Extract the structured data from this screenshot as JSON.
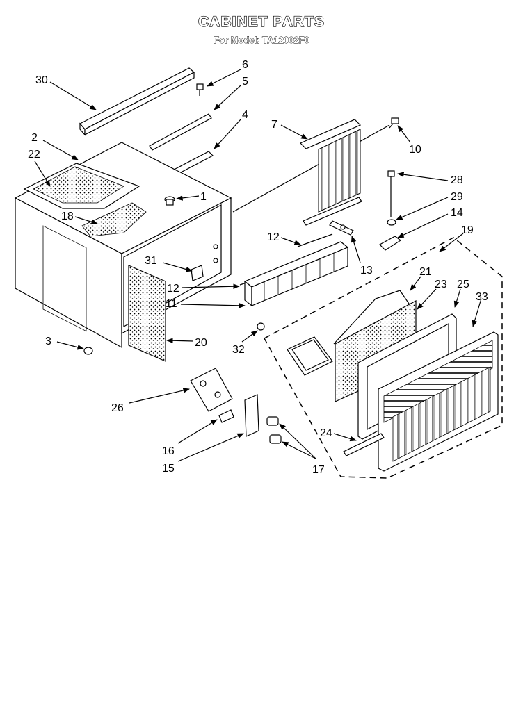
{
  "title": "CABINET PARTS",
  "subtitle": "For Model: TA12002F0",
  "callouts": [
    "30",
    "6",
    "5",
    "4",
    "2",
    "22",
    "7",
    "10",
    "1",
    "28",
    "29",
    "14",
    "18",
    "12",
    "19",
    "13",
    "31",
    "21",
    "23",
    "25",
    "33",
    "12",
    "11",
    "3",
    "20",
    "32",
    "26",
    "24",
    "16",
    "15",
    "17"
  ]
}
